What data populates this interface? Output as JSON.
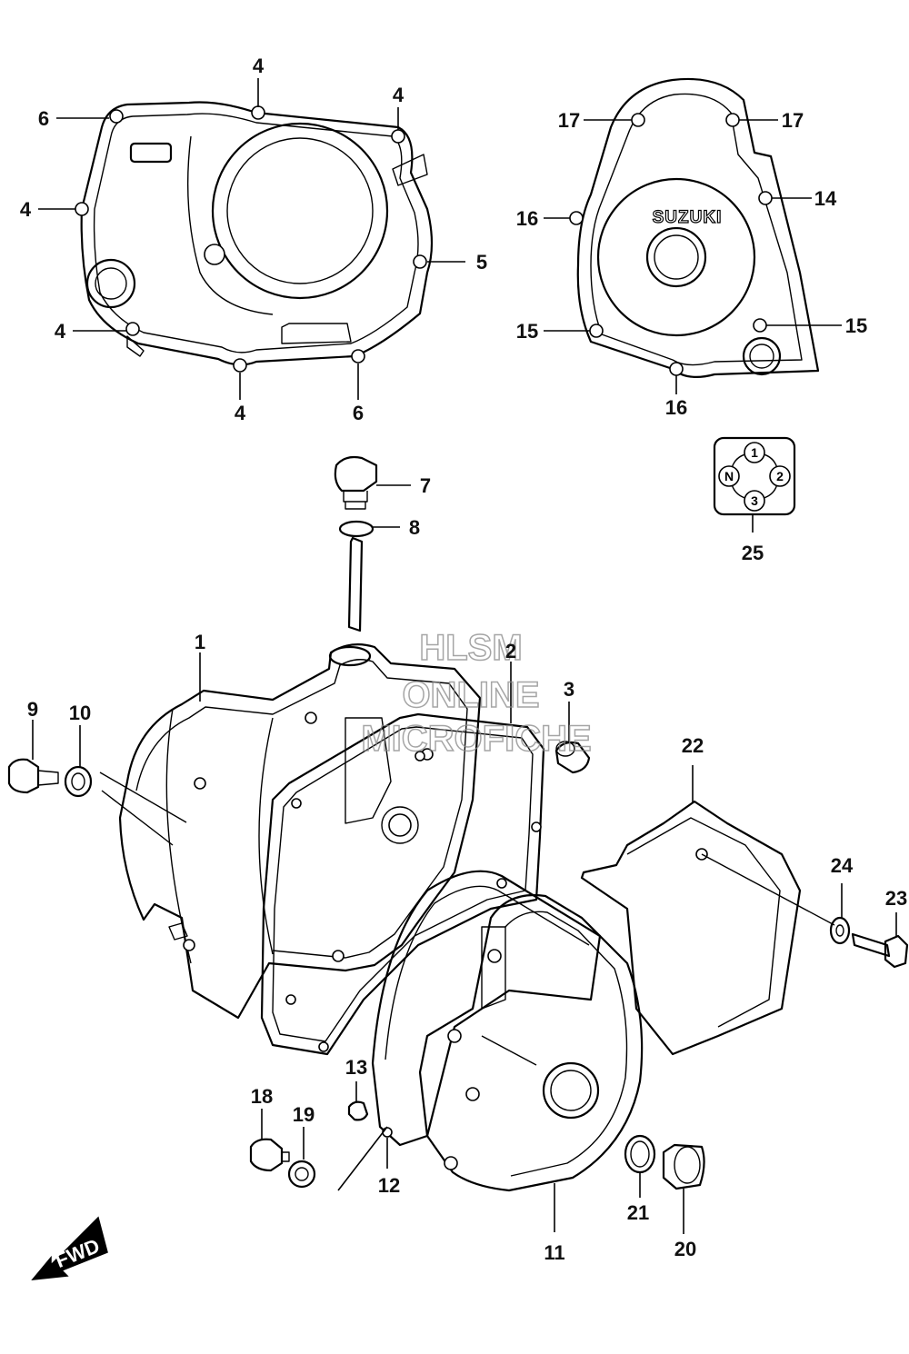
{
  "callouts": {
    "c1": "1",
    "c2": "2",
    "c3": "3",
    "c4a": "4",
    "c4b": "4",
    "c4c": "4",
    "c4d": "4",
    "c4e": "4",
    "c5": "5",
    "c6a": "6",
    "c6b": "6",
    "c7": "7",
    "c8": "8",
    "c9": "9",
    "c10": "10",
    "c11": "11",
    "c12": "12",
    "c13": "13",
    "c14": "14",
    "c15a": "15",
    "c15b": "15",
    "c16a": "16",
    "c16b": "16",
    "c17a": "17",
    "c17b": "17",
    "c18": "18",
    "c19": "19",
    "c20": "20",
    "c21": "21",
    "c22": "22",
    "c23": "23",
    "c24": "24",
    "c25": "25"
  },
  "brand_logo": "SUZUKI",
  "gear_indicator": {
    "n": "N",
    "g1": "1",
    "g2": "2",
    "g3": "3"
  },
  "watermark": {
    "line1": "HLSM",
    "line2": "ONLINE",
    "line3": "MICROFICHE"
  },
  "fwd_arrow": "FWD"
}
